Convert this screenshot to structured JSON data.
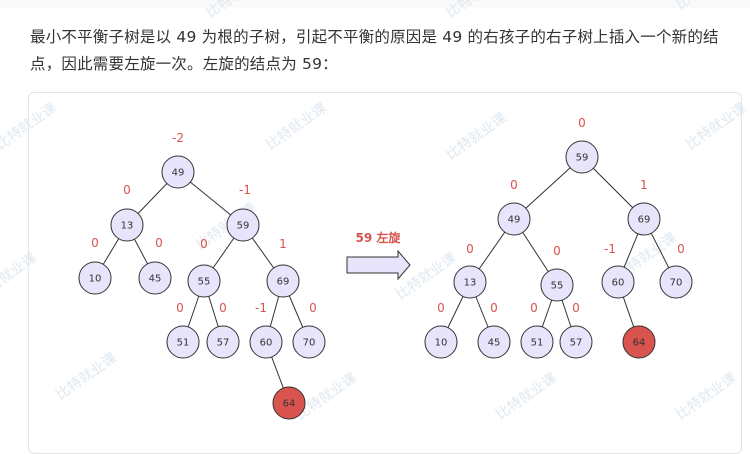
{
  "paragraph": {
    "line1": "最小不平衡子树是以 49 为根的子树，引起不平衡的原因是 49 的右孩子的右子树上插入一个新的结",
    "line2": "点，因此需要左旋一次。左旋的结点为 59："
  },
  "arrow_label": "59 左旋",
  "watermark_text": "比特就业课",
  "colors": {
    "node_fill": "#e8e4fb",
    "node_stroke": "#333333",
    "new_node_fill": "#d9534f",
    "balance_factor": "#d9534f",
    "arrow_fill": "#e8e4fb"
  },
  "before_tree": {
    "nodes": [
      {
        "id": "b49",
        "key": "49",
        "bf": "-2"
      },
      {
        "id": "b13",
        "key": "13",
        "bf": "0"
      },
      {
        "id": "b59",
        "key": "59",
        "bf": "-1"
      },
      {
        "id": "b10",
        "key": "10",
        "bf": "0"
      },
      {
        "id": "b45",
        "key": "45",
        "bf": "0"
      },
      {
        "id": "b55",
        "key": "55",
        "bf": "0"
      },
      {
        "id": "b69",
        "key": "69",
        "bf": "1"
      },
      {
        "id": "b51",
        "key": "51",
        "bf": "0"
      },
      {
        "id": "b57",
        "key": "57",
        "bf": "0"
      },
      {
        "id": "b60",
        "key": "60",
        "bf": "-1"
      },
      {
        "id": "b70",
        "key": "70",
        "bf": "0"
      },
      {
        "id": "b64",
        "key": "64",
        "bf": "",
        "new": true
      }
    ],
    "edges": [
      [
        "b49",
        "b13"
      ],
      [
        "b49",
        "b59"
      ],
      [
        "b13",
        "b10"
      ],
      [
        "b13",
        "b45"
      ],
      [
        "b59",
        "b55"
      ],
      [
        "b59",
        "b69"
      ],
      [
        "b55",
        "b51"
      ],
      [
        "b55",
        "b57"
      ],
      [
        "b69",
        "b60"
      ],
      [
        "b69",
        "b70"
      ],
      [
        "b60",
        "b64"
      ]
    ]
  },
  "after_tree": {
    "nodes": [
      {
        "id": "a59",
        "key": "59",
        "bf": "0"
      },
      {
        "id": "a49",
        "key": "49",
        "bf": "0"
      },
      {
        "id": "a69",
        "key": "69",
        "bf": "1"
      },
      {
        "id": "a13",
        "key": "13",
        "bf": "0"
      },
      {
        "id": "a55",
        "key": "55",
        "bf": "0"
      },
      {
        "id": "a60",
        "key": "60",
        "bf": "-1"
      },
      {
        "id": "a70",
        "key": "70",
        "bf": "0"
      },
      {
        "id": "a10",
        "key": "10",
        "bf": "0"
      },
      {
        "id": "a45",
        "key": "45",
        "bf": "0"
      },
      {
        "id": "a51",
        "key": "51",
        "bf": "0"
      },
      {
        "id": "a57",
        "key": "57",
        "bf": "0"
      },
      {
        "id": "a64",
        "key": "64",
        "bf": "",
        "new": true
      }
    ],
    "edges": [
      [
        "a59",
        "a49"
      ],
      [
        "a59",
        "a69"
      ],
      [
        "a49",
        "a13"
      ],
      [
        "a49",
        "a55"
      ],
      [
        "a69",
        "a60"
      ],
      [
        "a69",
        "a70"
      ],
      [
        "a13",
        "a10"
      ],
      [
        "a13",
        "a45"
      ],
      [
        "a55",
        "a51"
      ],
      [
        "a55",
        "a57"
      ],
      [
        "a60",
        "a64"
      ]
    ]
  }
}
